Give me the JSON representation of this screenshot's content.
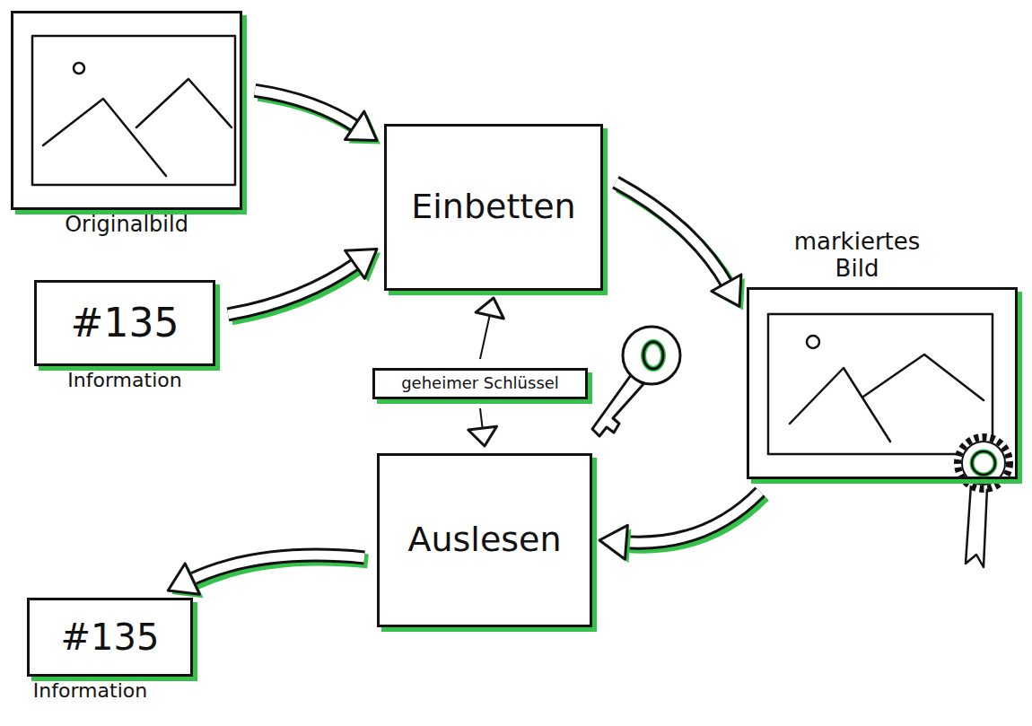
{
  "diagram": {
    "nodes": [
      {
        "text": [
          "Originalbild"
        ]
      },
      {
        "text": [
          "#135",
          "Information"
        ]
      },
      {
        "text": [
          "Einbetten"
        ]
      },
      {
        "text": [
          "markiertes Bild"
        ]
      },
      {
        "text": [
          "geheimer Schlüssel"
        ]
      },
      {
        "text": [
          "Auslesen"
        ]
      },
      {
        "text": [
          "#135",
          "Information"
        ]
      }
    ],
    "edges": [
      {
        "from": 0,
        "to": 2,
        "arrow": "to"
      },
      {
        "from": 1,
        "to": 2,
        "arrow": "to"
      },
      {
        "from": 2,
        "to": 3,
        "arrow": "to"
      },
      {
        "from": 3,
        "to": 5,
        "arrow": "to"
      },
      {
        "from": 5,
        "to": 6,
        "arrow": "to"
      },
      {
        "from": 4,
        "to": 2,
        "arrow": "to"
      },
      {
        "from": 4,
        "to": 5,
        "arrow": "to"
      }
    ]
  }
}
